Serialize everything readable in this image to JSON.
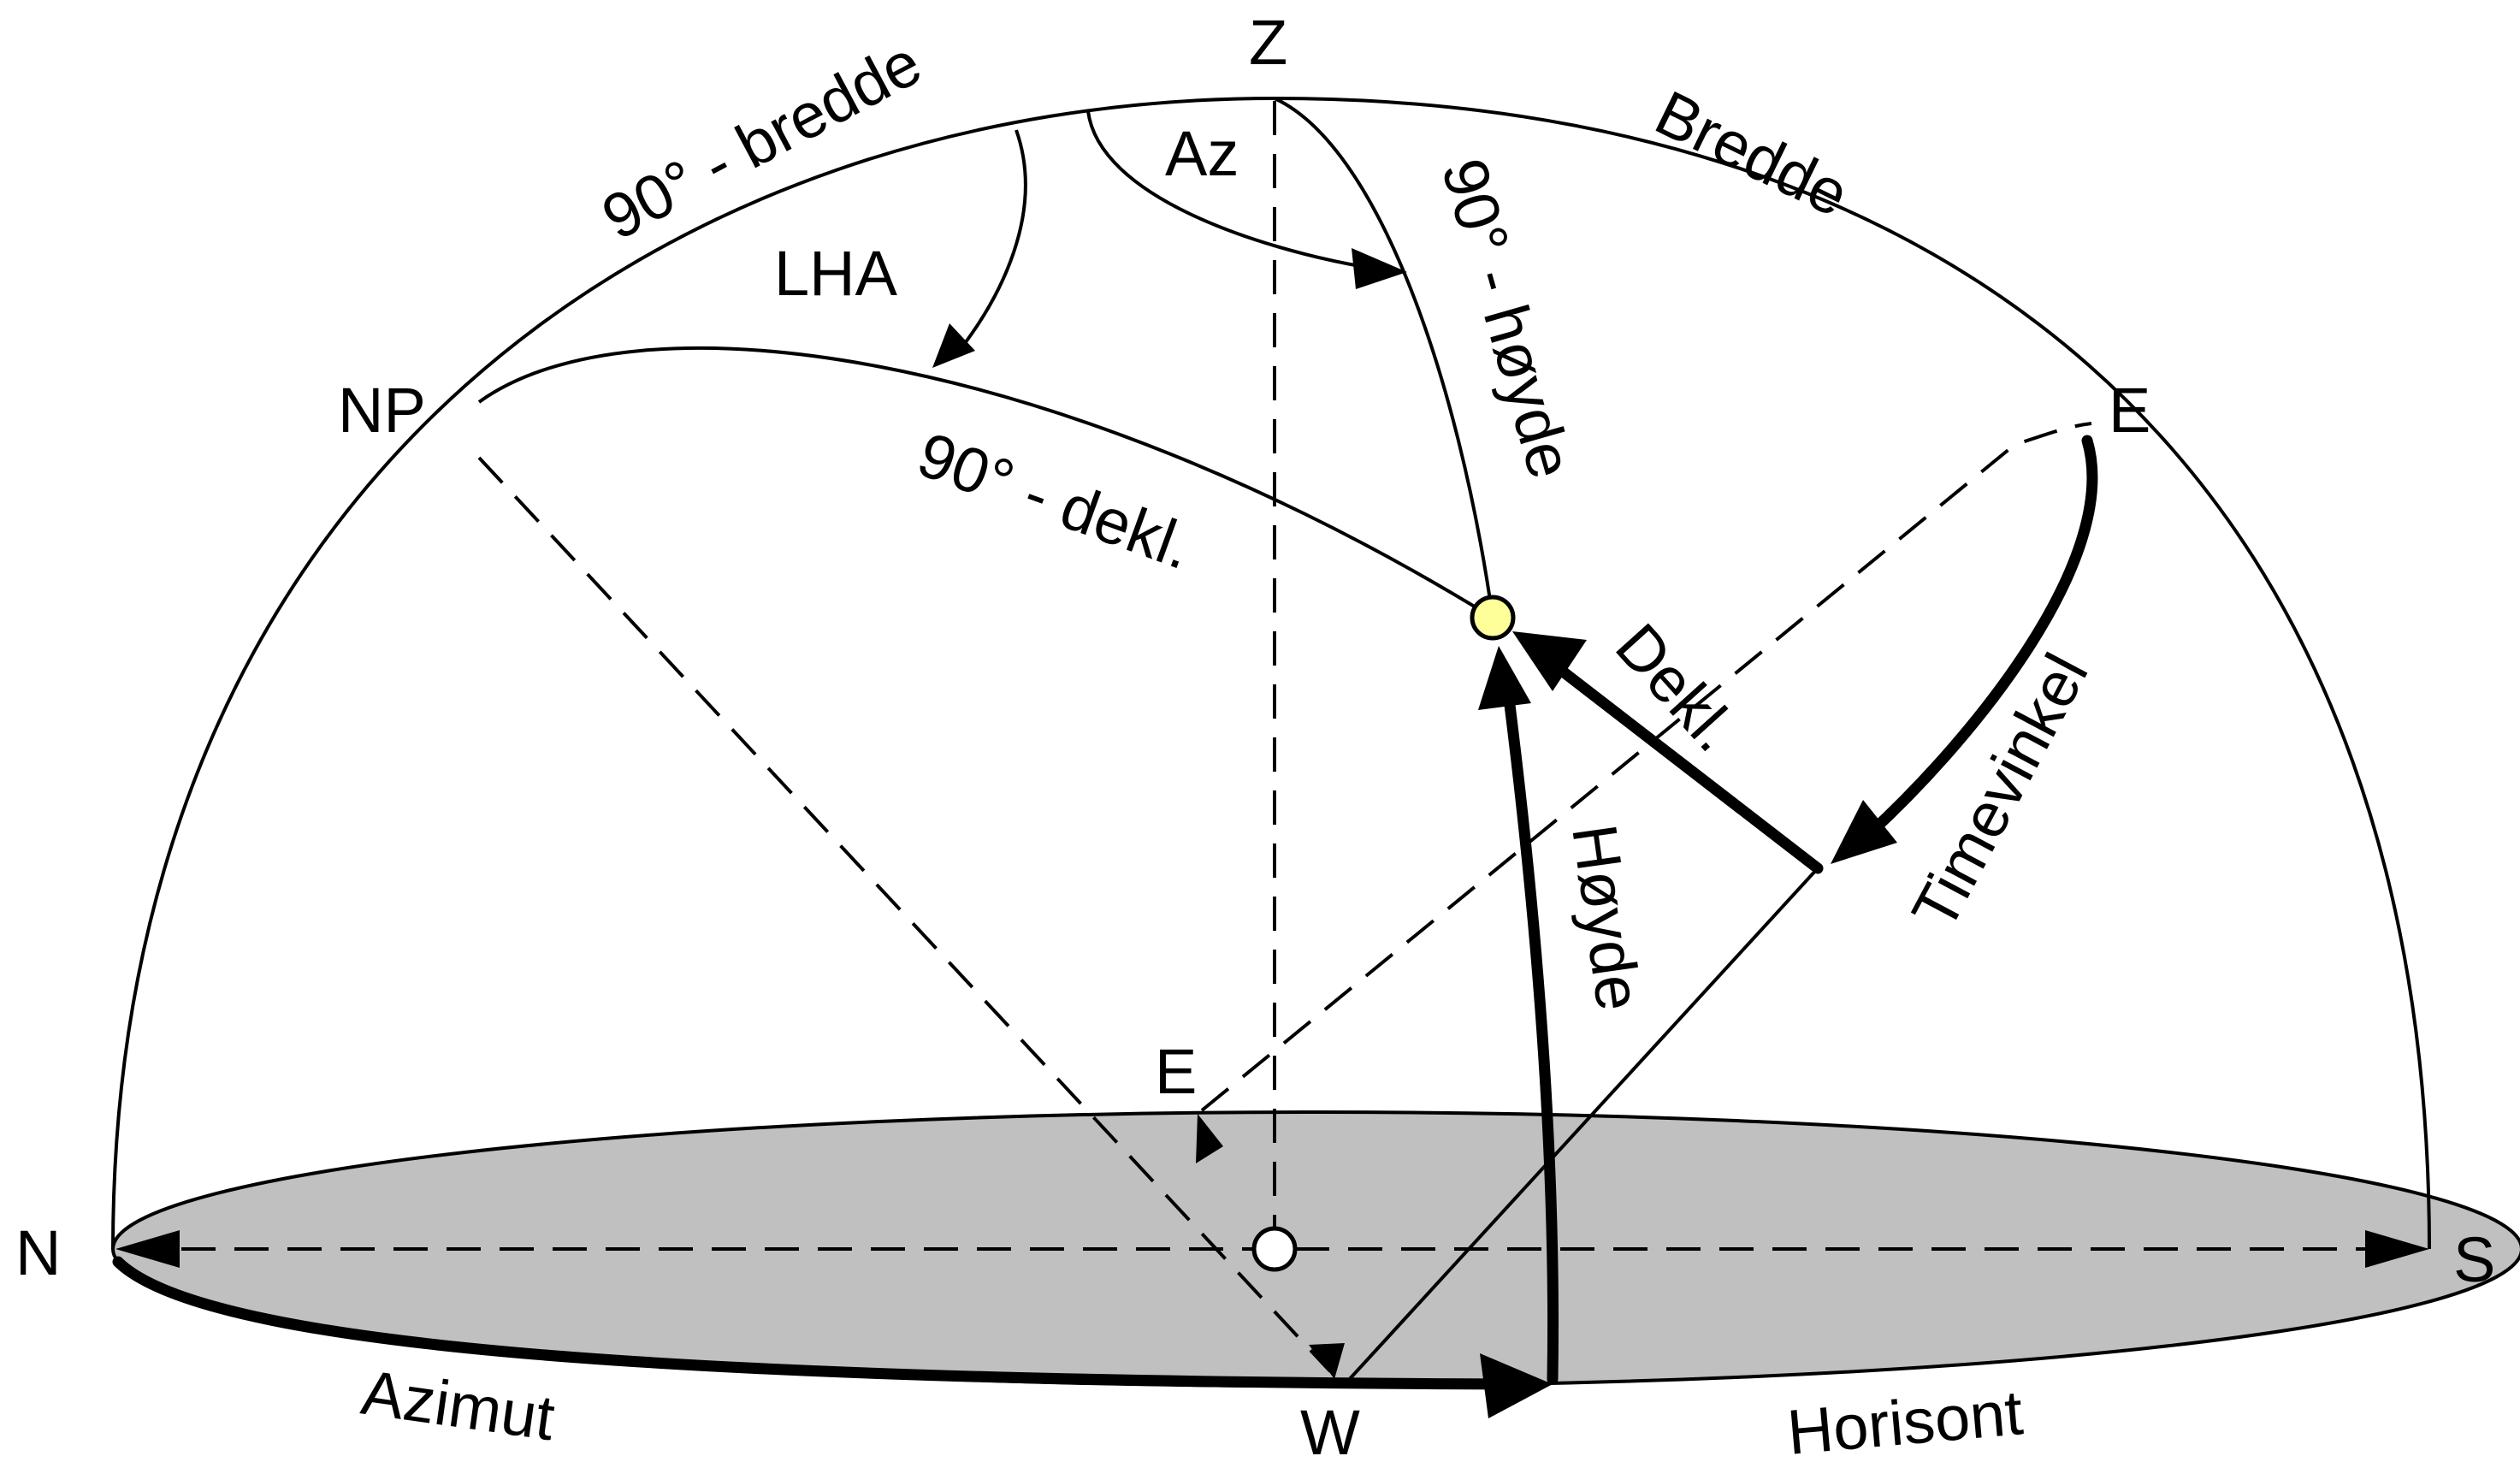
{
  "labels": {
    "zenith": "Z",
    "north_pole": "NP",
    "east_top": "E",
    "east_inner": "E",
    "north": "N",
    "south": "S",
    "west": "W",
    "latitude_complement": "90° - bredde",
    "latitude": "Bredde",
    "azimuth_small": "Az",
    "lha": "LHA",
    "altitude_complement": "90° - høyde",
    "declination_complement": "90° - dekl.",
    "declination": "Dekl.",
    "hour_angle": "Timevinkel",
    "altitude": "Høyde",
    "azimuth": "Azimut",
    "horizon": "Horisont"
  },
  "colors": {
    "horizon_fill": "#c0c0c0",
    "star_fill": "#ffff99",
    "line": "#000000",
    "background": "#ffffff"
  }
}
